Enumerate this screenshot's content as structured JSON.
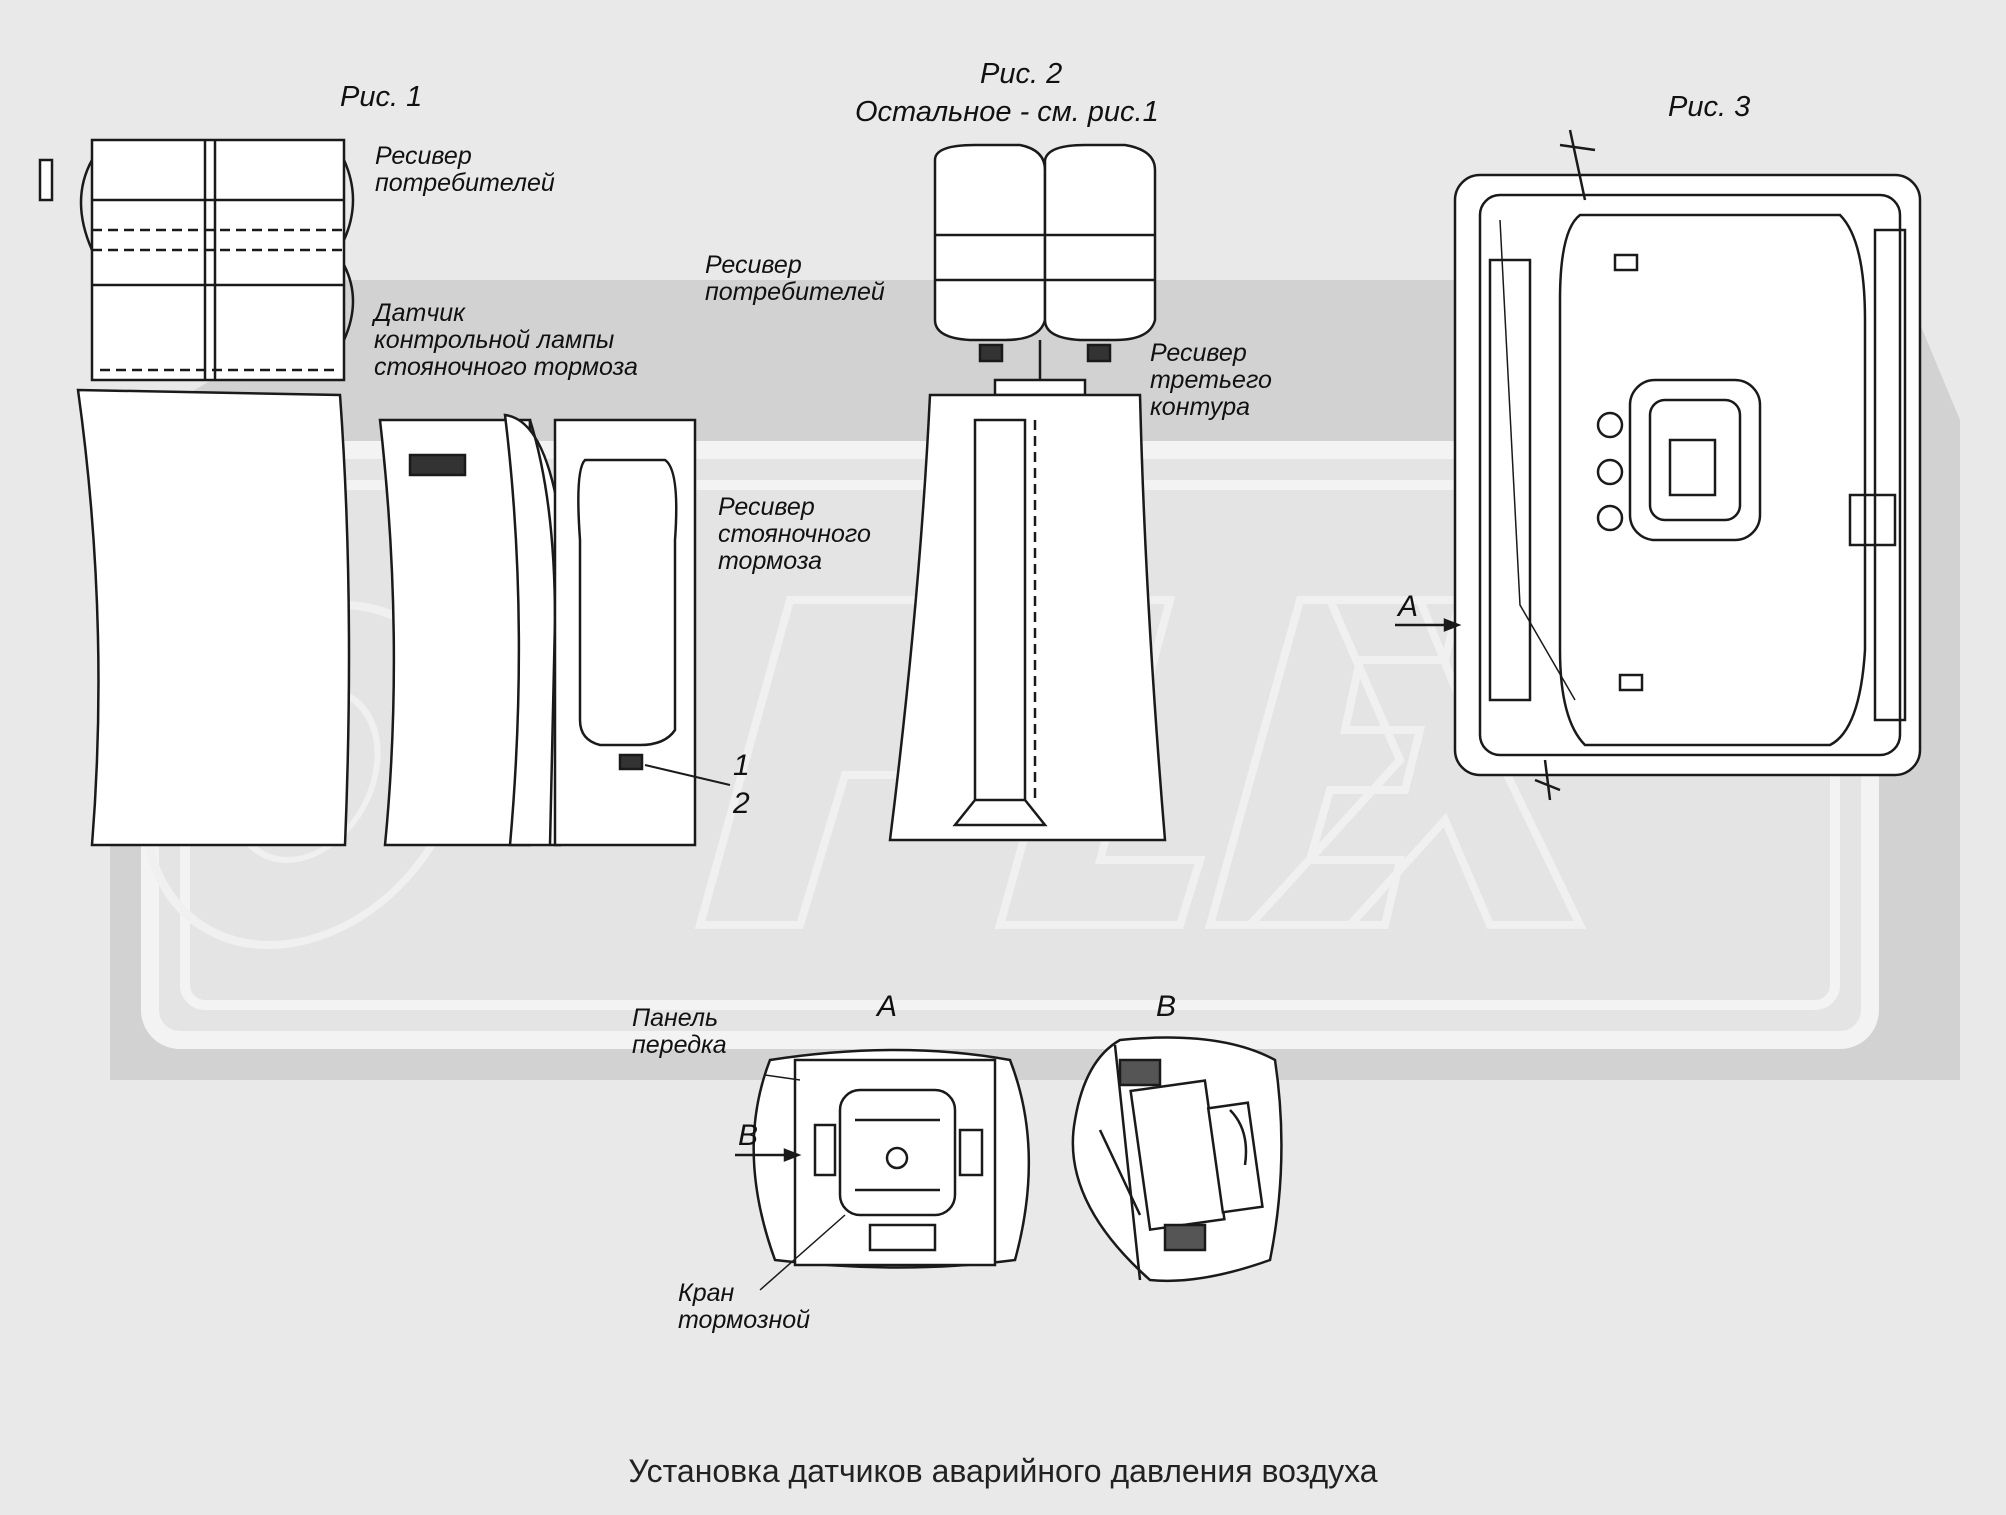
{
  "figures": {
    "fig1": "Рис. 1",
    "fig2": "Рис. 2",
    "fig2_note": "Остальное - см. рис.1",
    "fig3": "Рис. 3"
  },
  "labels": {
    "consumer_receiver_1": [
      "Ресивер",
      "потребителей"
    ],
    "sensor": [
      "Датчик",
      "контрольной лампы",
      "стояночного тормоза"
    ],
    "parking_receiver": [
      "Ресивер",
      "стояночного",
      "тормоза"
    ],
    "consumer_receiver_2": [
      "Ресивер",
      "потребителей"
    ],
    "third_circuit_receiver": [
      "Ресивер",
      "третьего",
      "контура"
    ],
    "front_panel": [
      "Панель",
      "передка"
    ],
    "brake_valve": [
      "Кран",
      "тормозной"
    ],
    "callout_1": "1",
    "callout_2": "2",
    "arrow_A": "A",
    "arrow_B": "B",
    "view_A": "A",
    "view_B": "B"
  },
  "watermark": "OPEX",
  "title": "Установка датчиков аварийного давления воздуха",
  "colors": {
    "background": "#e9e9e9",
    "watermark": "#d2d2d2",
    "watermark_light": "#f2f2f2",
    "line": "#1a1a1a",
    "part_fill": "#ffffff"
  }
}
